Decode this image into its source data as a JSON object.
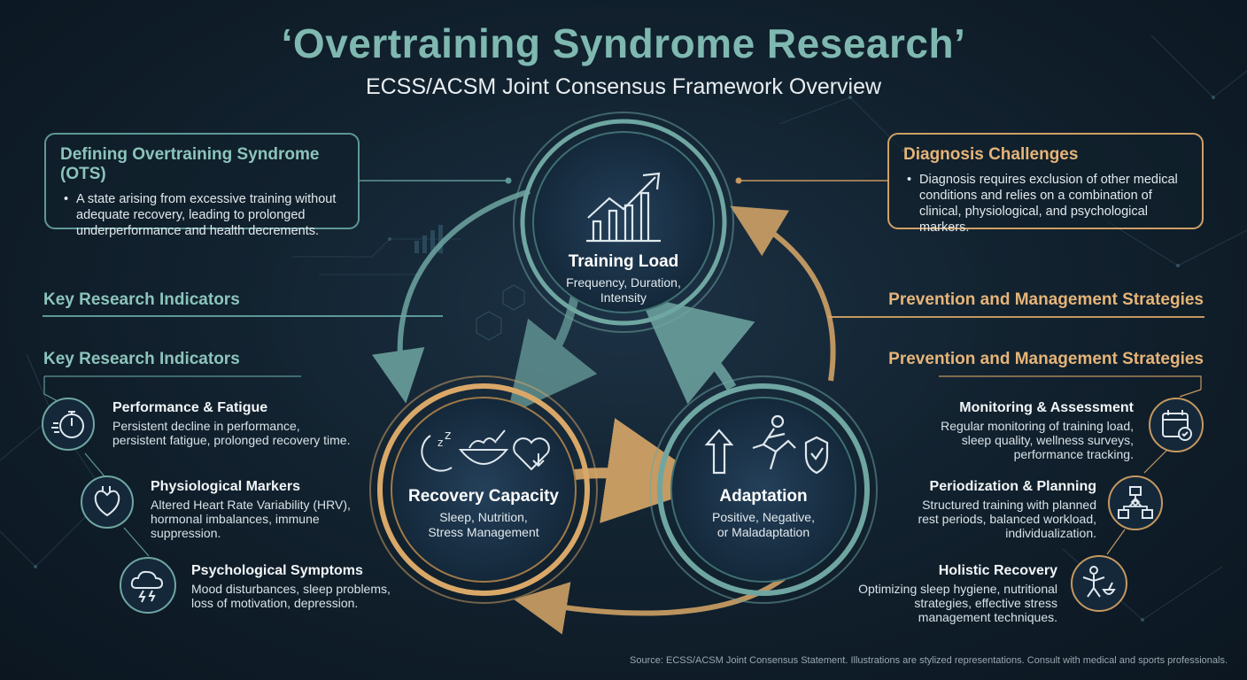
{
  "header": {
    "title": "‘Overtraining Syndrome Research’",
    "subtitle": "ECSS/ACSM Joint Consensus Framework Overview"
  },
  "definition_box": {
    "title": "Defining Overtraining Syndrome (OTS)",
    "text": "A state arising from excessive training without adequate recovery, leading to prolonged underperformance and health decrements."
  },
  "diagnosis_box": {
    "title": "Diagnosis Challenges",
    "text": "Diagnosis requires exclusion of other medical conditions and relies on a combination of clinical, physiological, and psychological markers."
  },
  "left_panel": {
    "heading_upper": "Key Research Indicators",
    "heading_lower": "Key Research Indicators",
    "items": [
      {
        "title": "Performance & Fatigue",
        "desc": [
          "Persistent decline in performance,",
          "persistent fatigue, prolonged recovery time."
        ],
        "icon": "stopwatch-icon"
      },
      {
        "title": "Physiological Markers",
        "desc": [
          "Altered Heart Rate Variability (HRV),",
          "hormonal imbalances, immune",
          "suppression."
        ],
        "icon": "heart-organ-icon"
      },
      {
        "title": "Psychological Symptoms",
        "desc": [
          "Mood disturbances, sleep problems,",
          "loss of motivation, depression."
        ],
        "icon": "storm-cloud-icon"
      }
    ]
  },
  "right_panel": {
    "heading_upper": "Prevention and Management Strategies",
    "heading_lower": "Prevention and Management Strategies",
    "items": [
      {
        "title": "Monitoring & Assessment",
        "desc": [
          "Regular monitoring of training load,",
          "sleep quality, wellness surveys,",
          "performance tracking."
        ],
        "icon": "calendar-check-icon"
      },
      {
        "title": "Periodization & Planning",
        "desc": [
          "Structured training with planned",
          "rest periods, balanced workload,",
          "individualization."
        ],
        "icon": "hierarchy-icon"
      },
      {
        "title": "Holistic Recovery",
        "desc": [
          "Optimizing sleep hygiene, nutritional",
          "strategies, effective stress",
          "management techniques."
        ],
        "icon": "wellness-figure-icon"
      }
    ]
  },
  "cycle": {
    "training_load": {
      "title": "Training Load",
      "sub": [
        "Frequency, Duration,",
        "Intensity"
      ],
      "icon": "rising-chart-icon"
    },
    "recovery_capacity": {
      "title": "Recovery Capacity",
      "sub": [
        "Sleep, Nutrition,",
        "Stress Management"
      ],
      "icon": "sleep-food-heart-icon"
    },
    "adaptation": {
      "title": "Adaptation",
      "sub": [
        "Positive, Negative,",
        "or Maladaptation"
      ],
      "icon": "runner-shield-icon"
    }
  },
  "footer": {
    "source": "Source: ECSS/ACSM Joint Consensus Statement. Illustrations are stylized representations. Consult with medical and sports professionals."
  },
  "colors": {
    "teal": "#7fb8b0",
    "orange": "#e0aa6a",
    "background": "#12222f"
  }
}
